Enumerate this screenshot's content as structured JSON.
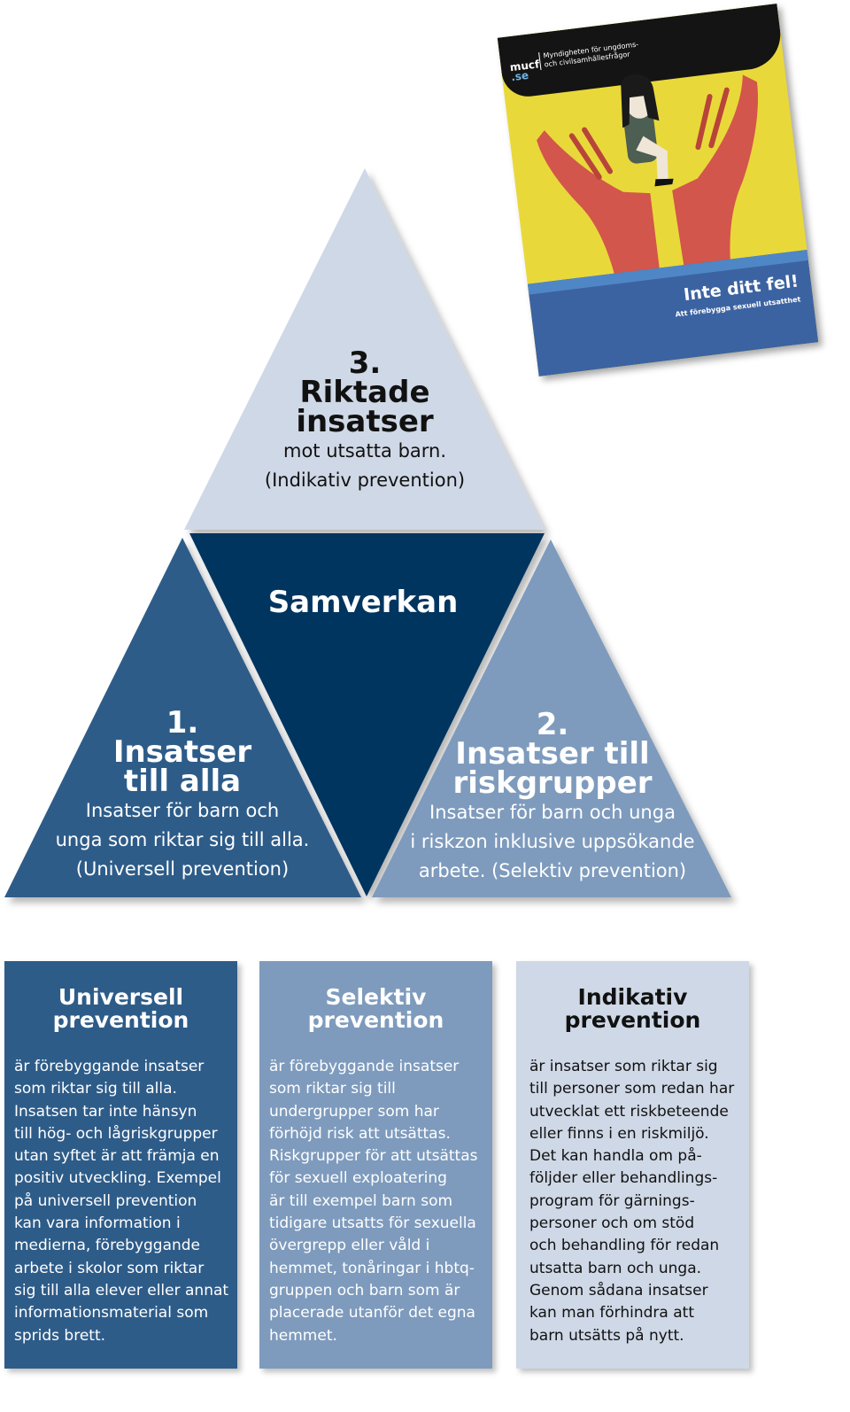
{
  "pyramid": {
    "top": {
      "number": "3.",
      "heading_line1": "Riktade",
      "heading_line2": "insatser",
      "body_line1": "mot utsatta barn.",
      "body_line2": "(Indikativ prevention)",
      "color": "#cfd8e6"
    },
    "center": {
      "label": "Samverkan",
      "color": "#00345f"
    },
    "left": {
      "number": "1.",
      "heading_line1": "Insatser",
      "heading_line2": "till alla",
      "body_line1": "Insatser för barn och",
      "body_line2": "unga som riktar sig till alla.",
      "body_line3": "(Universell prevention)",
      "color": "#2e5c89"
    },
    "right": {
      "number": "2.",
      "heading_line1": "Insatser till",
      "heading_line2": "riskgrupper",
      "body_line1": "Insatser för barn och unga",
      "body_line2": "i riskzon inklusive uppsökande",
      "body_line3": "arbete. (Selektiv prevention)",
      "color": "#7e9bbd"
    }
  },
  "cover": {
    "logo_line1": "mucf",
    "logo_line2": ".se",
    "agency_line1": "Myndigheten för ungdoms-",
    "agency_line2": "och civilsamhällesfrågor",
    "title": "Inte ditt fel!",
    "subtitle": "Att förebygga sexuell utsatthet"
  },
  "boxes": [
    {
      "title_line1": "Universell",
      "title_line2": "prevention",
      "body": "är förebyggande insatser\nsom riktar sig till alla.\nInsatsen tar inte hänsyn\ntill hög- och lågriskgrupper\nutan syftet är att främja en\npositiv utveckling. Exempel\npå universell prevention\nkan vara information i\nmedierna, förebyggande\narbete i skolor som riktar\nsig till alla elever eller annat\ninformationsmaterial som\nsprids brett.",
      "bg": "#2e5c89",
      "fg": "#ffffff"
    },
    {
      "title_line1": "Selektiv",
      "title_line2": "prevention",
      "body": "är förebyggande insatser\nsom riktar sig till\nundergrupper som har\nförhöjd risk att utsättas.\nRiskgrupper för att utsättas\nför sexuell exploatering\när till exempel barn som\ntidigare utsatts för sexuella\növergrepp eller våld i\nhemmet, tonåringar i hbtq-\ngruppen och barn som är\nplacerade utanför det egna\nhemmet.",
      "bg": "#7e9bbd",
      "fg": "#ffffff"
    },
    {
      "title_line1": "Indikativ",
      "title_line2": "prevention",
      "body": "är insatser som riktar sig\ntill personer som redan har\nutvecklat ett riskbeteende\neller finns i en riskmiljö.\nDet kan handla om på-\nföljder eller behandlings-\nprogram för gärnings-\npersoner och om stöd\noch behandling för redan\nutsatta barn och unga.\nGenom sådana insatser\nkan man förhindra att\nbarn utsätts på nytt.",
      "bg": "#cfd8e6",
      "fg": "#111111"
    }
  ]
}
